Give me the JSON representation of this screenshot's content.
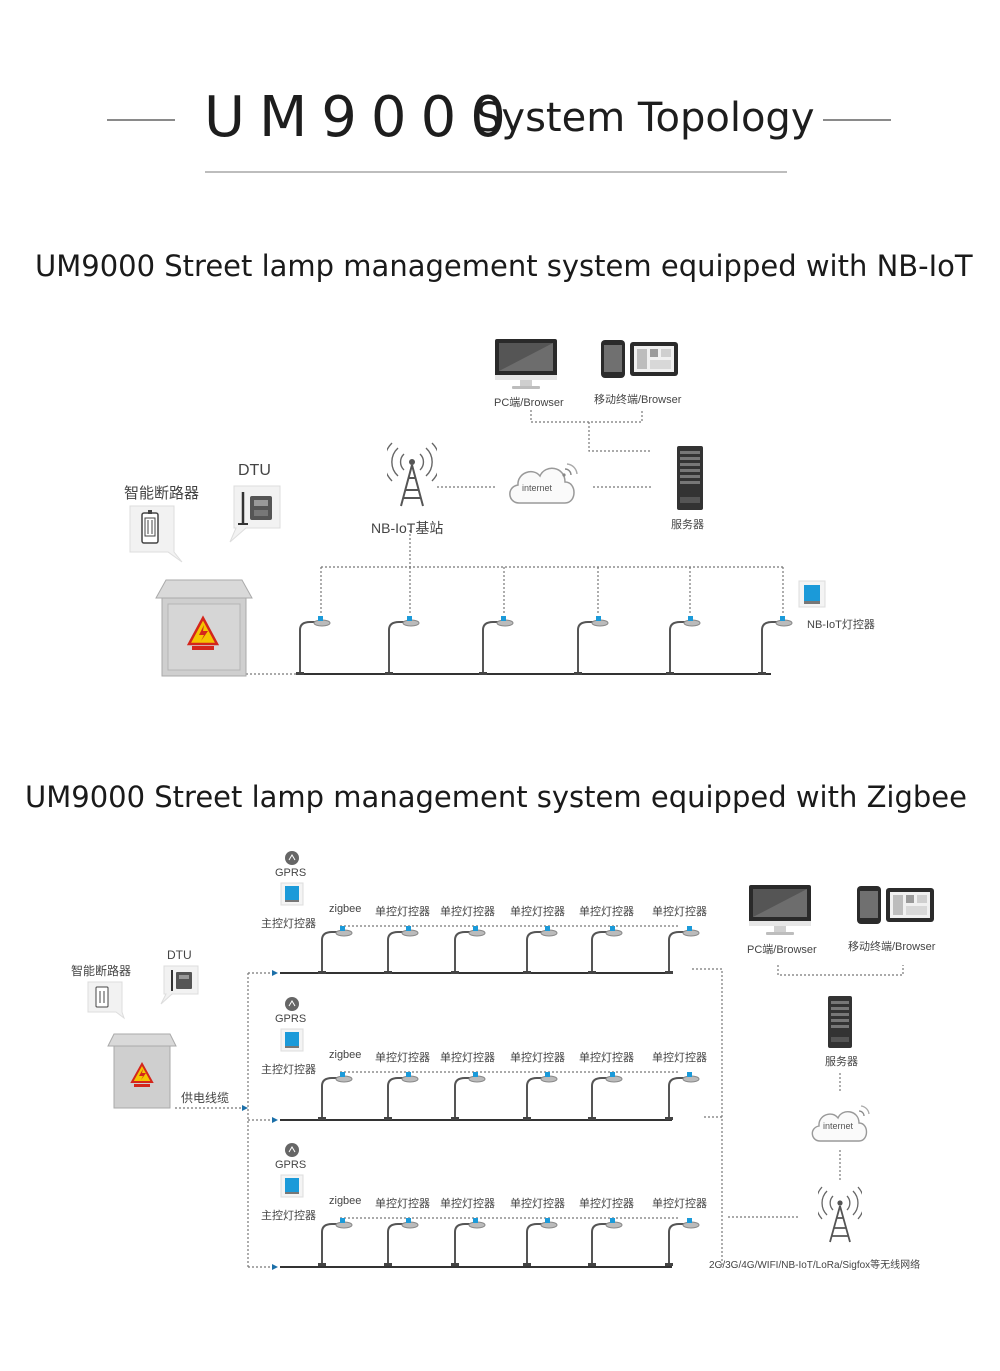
{
  "header": {
    "title_model": "UM9000",
    "title_rest": "System Topology"
  },
  "section1": {
    "title": "UM9000 Street lamp management system equipped with NB-IoT",
    "pc_label": "PC端/Browser",
    "mobile_label": "移动终端/Browser",
    "server_label": "服务器",
    "internet_label": "internet",
    "base_station_label": "NB-IoT基站",
    "breaker_label": "智能断路器",
    "dtu_label": "DTU",
    "controller_label": "NB-IoT灯控器"
  },
  "section2": {
    "title": "UM9000 Street lamp management system equipped with Zigbee",
    "breaker_label": "智能断路器",
    "dtu_label": "DTU",
    "cable_label": "供电线缆",
    "pc_label": "PC端/Browser",
    "mobile_label": "移动终端/Browser",
    "server_label": "服务器",
    "internet_label": "internet",
    "network_label": "2G/3G/4G/WIFI/NB-IoT/LoRa/Sigfox等无线网络",
    "rows": [
      {
        "gprs": "GPRS",
        "master": "主控灯控器",
        "zigbee": "zigbee",
        "single": [
          "单控灯控器",
          "单控灯控器",
          "单控灯控器",
          "单控灯控器",
          "单控灯控器"
        ]
      },
      {
        "gprs": "GPRS",
        "master": "主控灯控器",
        "zigbee": "zigbee",
        "single": [
          "单控灯控器",
          "单控灯控器",
          "单控灯控器",
          "单控灯控器",
          "单控灯控器"
        ]
      },
      {
        "gprs": "GPRS",
        "master": "主控灯控器",
        "zigbee": "zigbee",
        "single": [
          "单控灯控器",
          "单控灯控器",
          "单控灯控器",
          "单控灯控器",
          "单控灯控器"
        ]
      }
    ]
  },
  "colors": {
    "accent_blue": "#1b9ad9",
    "cabinet_gray": "#cfcfcf",
    "warning_yellow": "#f5c400",
    "warning_red": "#d4261c"
  }
}
